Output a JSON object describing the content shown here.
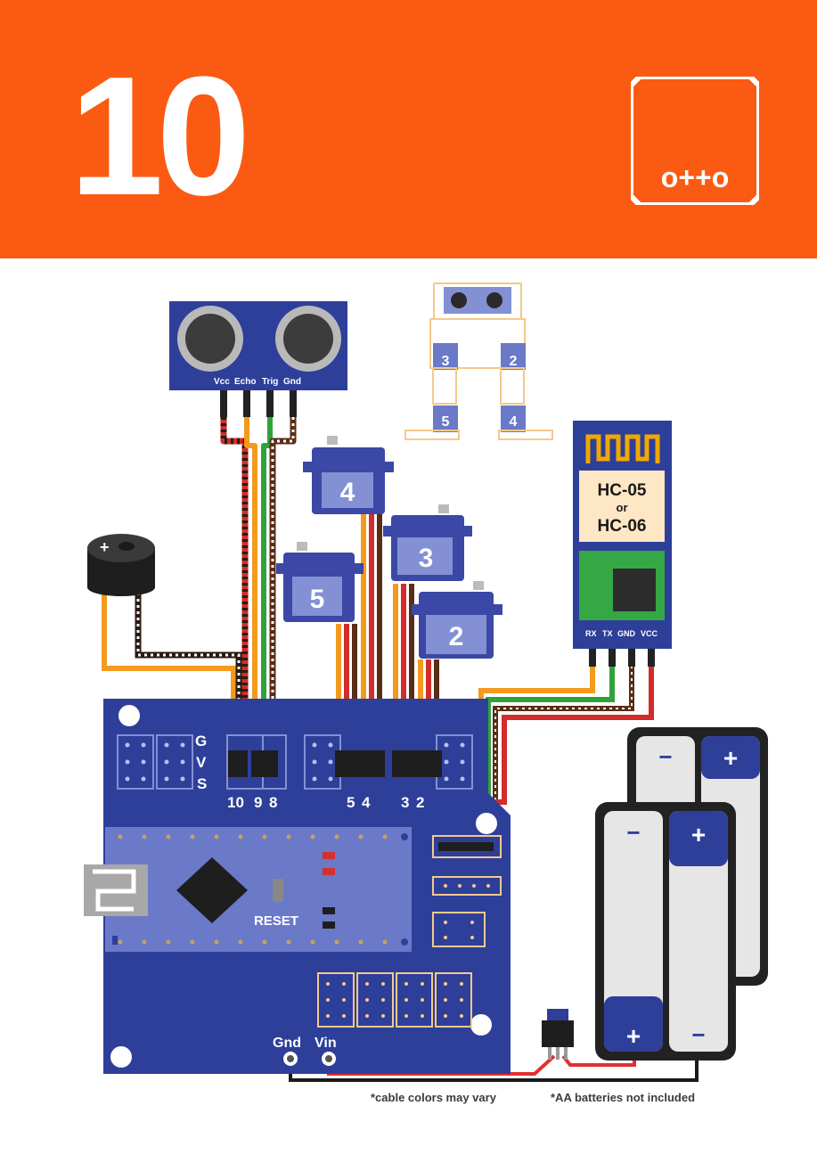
{
  "header": {
    "step_number": "10",
    "logo_text": "o++o",
    "background_color": "#fb5a12"
  },
  "ultrasonic": {
    "pins": [
      "Vcc",
      "Echo",
      "Trig",
      "Gnd"
    ]
  },
  "mini_robot": {
    "servo_labels": [
      "3",
      "2",
      "5",
      "4"
    ]
  },
  "servos": [
    {
      "label": "4"
    },
    {
      "label": "3"
    },
    {
      "label": "5"
    },
    {
      "label": "2"
    }
  ],
  "bluetooth": {
    "name_line1": "HC-05",
    "name_line2": "or",
    "name_line3": "HC-06",
    "pins": [
      "RX",
      "TX",
      "GND",
      "VCC"
    ]
  },
  "buzzer": {
    "plus": "+"
  },
  "shield": {
    "gvs": [
      "G",
      "V",
      "S"
    ],
    "pin_numbers": [
      "10",
      "9",
      "8",
      "5",
      "4",
      "3",
      "2"
    ],
    "reset_label": "RESET",
    "power_labels": [
      "Gnd",
      "Vin"
    ]
  },
  "batteries": {
    "plus": "+",
    "minus": "−"
  },
  "notes": {
    "cable_colors": "*cable colors may vary",
    "batteries": "*AA batteries not included"
  },
  "colors": {
    "board": "#2e3f9a",
    "board_light": "#6a79c8",
    "servo": "#3b48a6",
    "servo_label_box": "#8390d4",
    "wire_orange": "#f39a1e",
    "wire_red": "#d42b2b",
    "wire_brown": "#5a2d16",
    "wire_green": "#2fa33a",
    "battery_body": "#e6e6e6",
    "battery_cap": "#2e3f9a"
  }
}
